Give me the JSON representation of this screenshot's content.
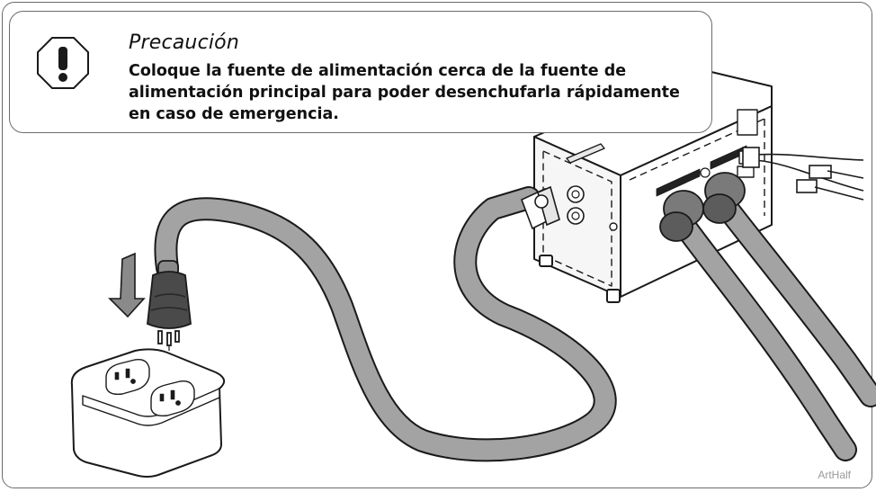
{
  "caution": {
    "title": "Precaución",
    "text_lines": [
      "Coloque la fuente de alimentación cerca de la fuente de",
      "alimentación principal para poder desenchufarla rápidamente",
      "en caso de emergencia."
    ],
    "icon": "exclamation-octagon-icon"
  },
  "figure": {
    "art_tag": "ArtHalf"
  },
  "colors": {
    "cable": "#a3a3a3",
    "plug": "#4a4a4a",
    "outline": "#1a1a1a",
    "frame": "#6b6b6b"
  }
}
